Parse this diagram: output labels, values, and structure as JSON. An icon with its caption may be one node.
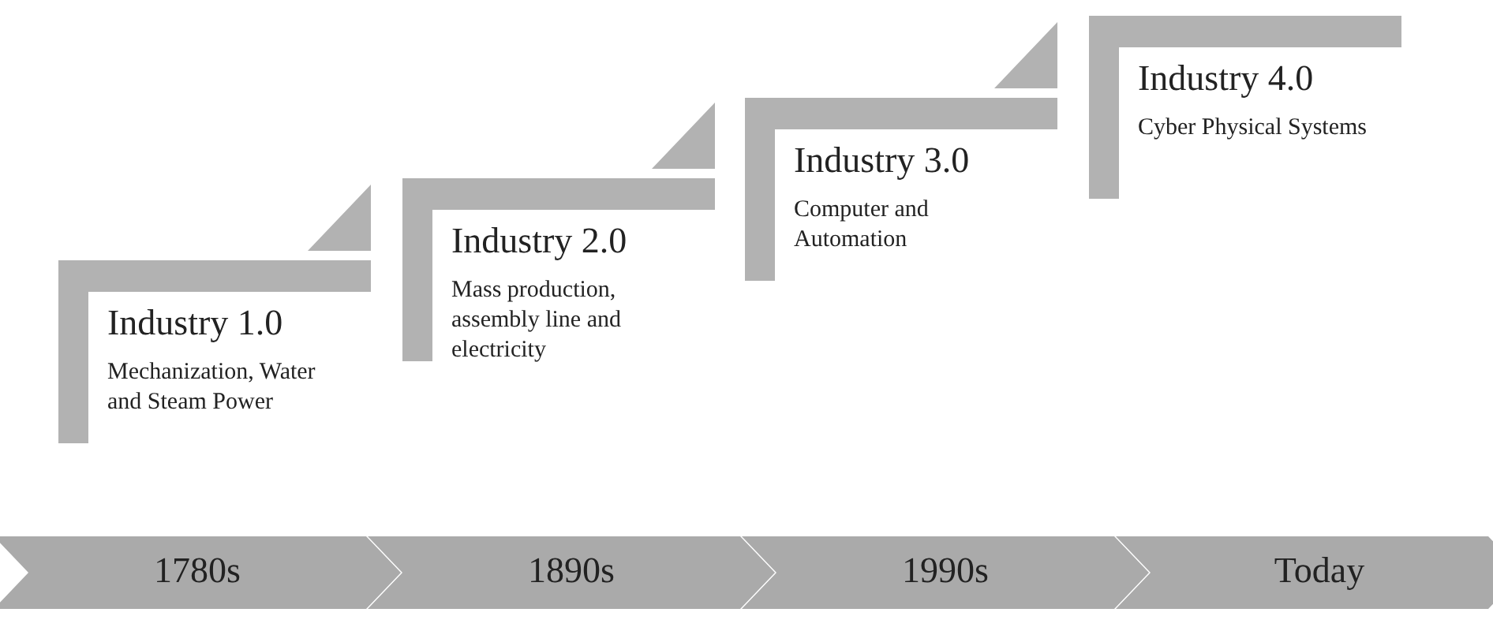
{
  "diagram": {
    "nodes": [
      {
        "text": [
          "Industry 1.0",
          "Mechanization, Water and Steam Power"
        ]
      },
      {
        "text": [
          "Industry 2.0",
          "Mass production, assembly line and electricity"
        ]
      },
      {
        "text": [
          "Industry 3.0",
          "Computer and Automation"
        ]
      },
      {
        "text": [
          "Industry 4.0",
          "Cyber Physical Systems"
        ]
      },
      {
        "text": [
          "1780s"
        ]
      },
      {
        "text": [
          "1890s"
        ]
      },
      {
        "text": [
          "1990s"
        ]
      },
      {
        "text": [
          "Today"
        ]
      }
    ]
  }
}
